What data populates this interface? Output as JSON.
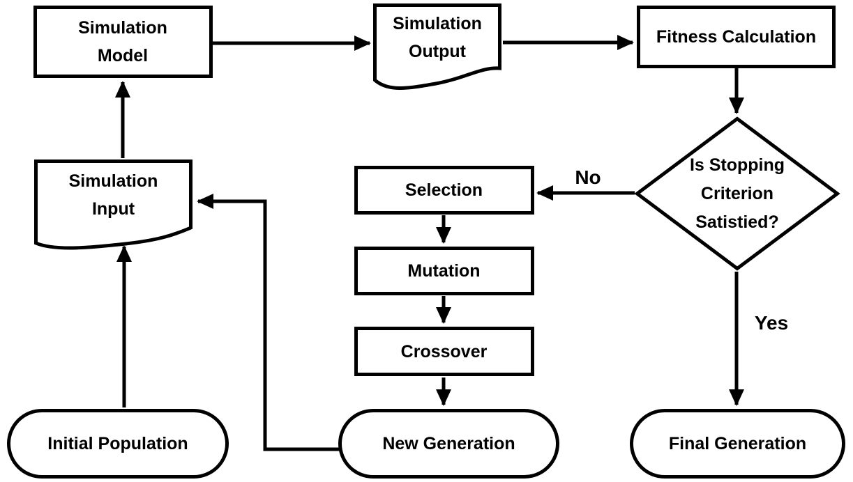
{
  "diagram": {
    "type": "flowchart",
    "background_color": "#ffffff",
    "stroke_color": "#000000",
    "text_color": "#000000",
    "nodes": {
      "simulation_model": {
        "shape": "rectangle",
        "lines": [
          "Simulation",
          "Model"
        ]
      },
      "simulation_output": {
        "shape": "document",
        "lines": [
          "Simulation",
          "Output"
        ]
      },
      "fitness_calculation": {
        "shape": "rectangle",
        "lines": [
          "Fitness Calculation"
        ]
      },
      "stopping_criterion": {
        "shape": "decision-diamond",
        "lines": [
          "Is Stopping",
          "Criterion",
          "Satistied?"
        ]
      },
      "selection": {
        "shape": "rectangle",
        "lines": [
          "Selection"
        ]
      },
      "mutation": {
        "shape": "rectangle",
        "lines": [
          "Mutation"
        ]
      },
      "crossover": {
        "shape": "rectangle",
        "lines": [
          "Crossover"
        ]
      },
      "simulation_input": {
        "shape": "document",
        "lines": [
          "Simulation",
          "Input"
        ]
      },
      "new_generation": {
        "shape": "stadium",
        "lines": [
          "New Generation"
        ]
      },
      "initial_population": {
        "shape": "stadium",
        "lines": [
          "Initial Population"
        ]
      },
      "final_generation": {
        "shape": "stadium",
        "lines": [
          "Final Generation"
        ]
      }
    },
    "edge_labels": {
      "no": "No",
      "yes": "Yes"
    },
    "edges": [
      {
        "from": "simulation_model",
        "to": "simulation_output",
        "label": ""
      },
      {
        "from": "simulation_output",
        "to": "fitness_calculation",
        "label": ""
      },
      {
        "from": "fitness_calculation",
        "to": "stopping_criterion",
        "label": ""
      },
      {
        "from": "stopping_criterion",
        "to": "selection",
        "label": "No"
      },
      {
        "from": "selection",
        "to": "mutation",
        "label": ""
      },
      {
        "from": "mutation",
        "to": "crossover",
        "label": ""
      },
      {
        "from": "crossover",
        "to": "new_generation",
        "label": ""
      },
      {
        "from": "stopping_criterion",
        "to": "final_generation",
        "label": "Yes"
      },
      {
        "from": "new_generation",
        "to": "simulation_input",
        "label": ""
      },
      {
        "from": "initial_population",
        "to": "simulation_input",
        "label": ""
      },
      {
        "from": "simulation_input",
        "to": "simulation_model",
        "label": ""
      }
    ]
  }
}
